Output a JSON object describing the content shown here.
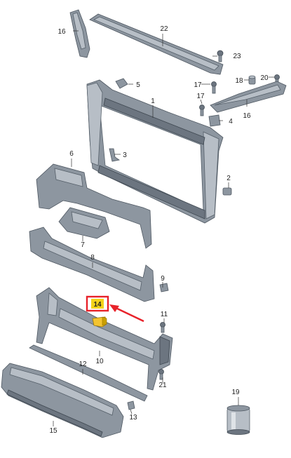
{
  "diagram": {
    "callouts": {
      "c1": "1",
      "c2": "2",
      "c3": "3",
      "c4": "4",
      "c5": "5",
      "c6": "6",
      "c7": "7",
      "c8": "8",
      "c9": "9",
      "c10": "10",
      "c11": "11",
      "c12": "12",
      "c13": "13",
      "c14": "14",
      "c15": "15",
      "c16a": "16",
      "c16b": "16",
      "c17a": "17",
      "c17b": "17",
      "c18": "18",
      "c19": "19",
      "c20": "20",
      "c21": "21",
      "c22": "22",
      "c23": "23"
    },
    "highlight": {
      "part": "14",
      "box_color": "#e8222a",
      "fill_color": "#f4d41a",
      "arrow_color": "#e8222a"
    }
  }
}
